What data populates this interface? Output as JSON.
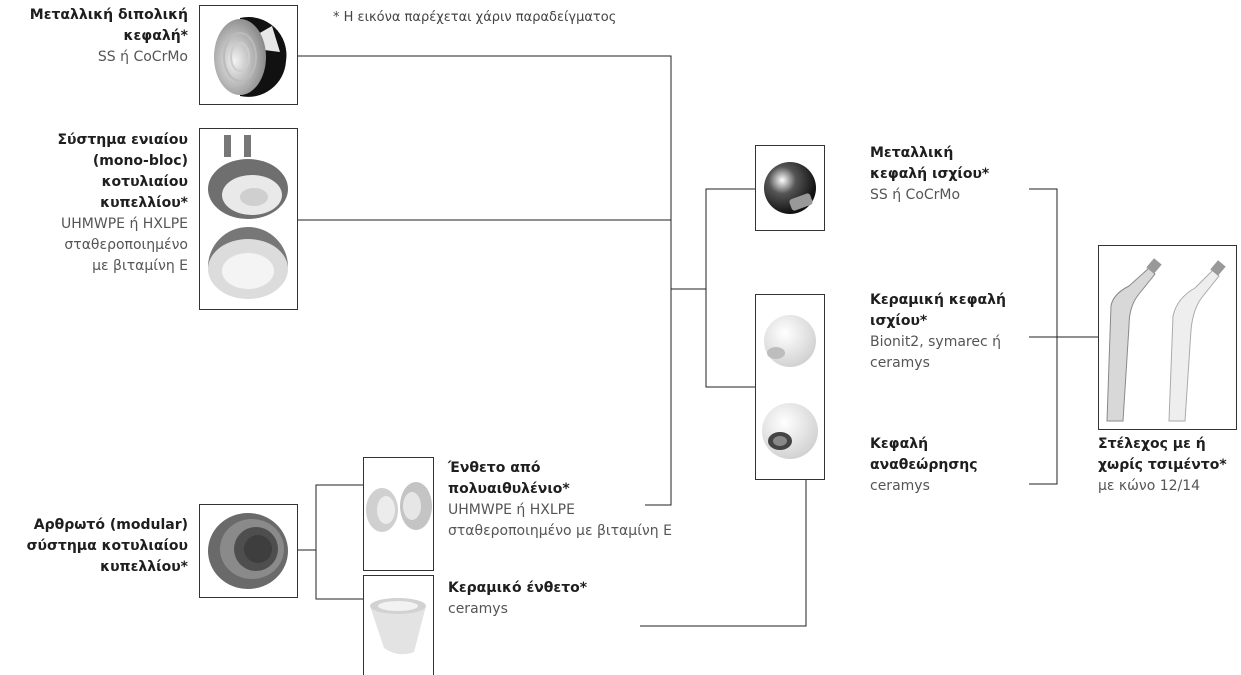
{
  "note": "* Η εικόνα παρέχεται χάριν παραδείγματος",
  "dual_head": {
    "title_lines": [
      "Μεταλλική διπολική",
      "κεφαλή*"
    ],
    "sub_lines": [
      "SS ή CoCrMo"
    ]
  },
  "monobloc": {
    "title_lines": [
      "Σύστημα ενιαίου",
      "(mono-bloc)",
      "κοτυλιαίου",
      "κυπελλίου*"
    ],
    "sub_lines": [
      "UHMWPE ή HXLPE",
      "σταθεροποιημένο",
      "με βιταμίνη E"
    ]
  },
  "modular": {
    "title_lines": [
      "Αρθρωτό (modular)",
      "σύστημα κοτυλιαίου",
      "κυπελλίου*"
    ]
  },
  "pe_insert": {
    "title_lines": [
      "Ένθετο από",
      "πολυαιθυλένιο*"
    ],
    "sub_lines": [
      "UHMWPE ή HXLPE",
      "σταθεροποιημένο με βιταμίνη E"
    ]
  },
  "ceramic_insert": {
    "title_lines": [
      "Κεραμικό ένθετο*"
    ],
    "sub_lines": [
      "ceramys"
    ]
  },
  "metal_head": {
    "title_lines": [
      "Μεταλλική",
      "κεφαλή ισχίου*"
    ],
    "sub_lines": [
      "SS ή CoCrMo"
    ]
  },
  "ceramic_head": {
    "title_lines": [
      "Κεραμική κεφαλή",
      "ισχίου*"
    ],
    "sub_lines": [
      "Bionit2, symarec ή",
      "ceramys"
    ]
  },
  "revision_head": {
    "title_lines": [
      "Κεφαλή",
      "αναθεώρησης"
    ],
    "sub_lines": [
      "ceramys"
    ]
  },
  "stem": {
    "title_lines": [
      "Στέλεχος με ή",
      "χωρίς τσιμέντο*"
    ],
    "sub_lines": [
      "με κώνο 12/14"
    ]
  },
  "colors": {
    "line": "#222222",
    "title": "#1e1e1e",
    "subtitle": "#555555"
  }
}
